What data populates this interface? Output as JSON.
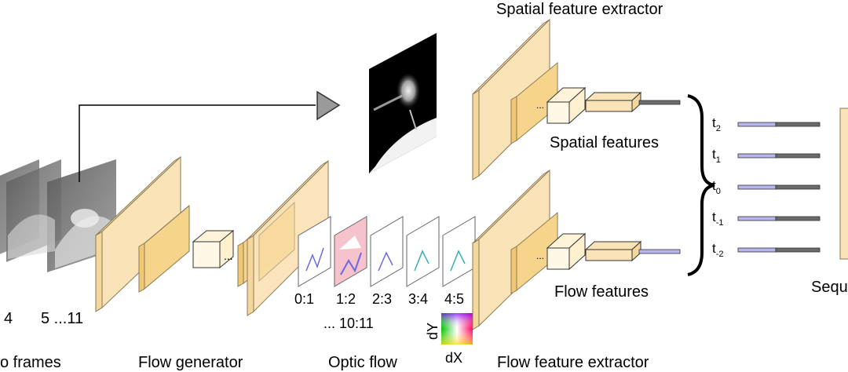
{
  "labels": {
    "spatial_extractor": "Spatial feature extractor",
    "spatial_features": "Spatial features",
    "flow_features": "Flow features",
    "flow_extractor": "Flow feature extractor",
    "optic_flow": "Optic flow",
    "flow_generator": "Flow generator",
    "video_frames": "o frames",
    "frame_4": "4",
    "frame_5_11": "5 ...11",
    "sequence_partial": "Sequ",
    "more_pairs": "... 10:11"
  },
  "flow_pairs": [
    "0:1",
    "1:2",
    "2:3",
    "3:4",
    "4:5"
  ],
  "colorwheel": {
    "dy": "dY",
    "dx": "dX"
  },
  "time_steps": [
    {
      "base": "t",
      "sub": "2"
    },
    {
      "base": "t",
      "sub": "1"
    },
    {
      "base": "t",
      "sub": "0"
    },
    {
      "base": "t",
      "sub": "-1"
    },
    {
      "base": "t",
      "sub": "-2"
    }
  ],
  "ellipsis": "...",
  "colors": {
    "layer_fill": "#fbe3b8",
    "layer_stroke": "#8a7a55",
    "flow_bar": "#b7b4ee",
    "gray_bar": "#6b6b6b",
    "arrow_head": "#9a9a9a",
    "pink_flow": "#f6c2cc"
  }
}
